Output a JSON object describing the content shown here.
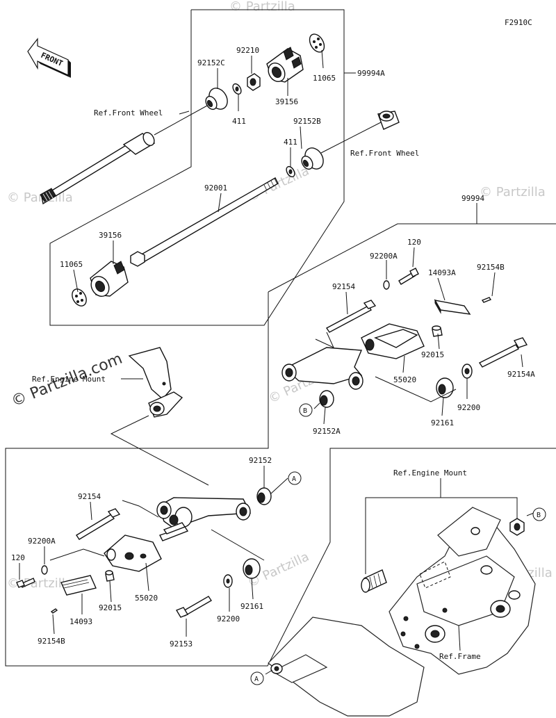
{
  "figure_code": "F2910C",
  "front_label": "FRONT",
  "watermark": "© Partzilla.com",
  "watermark_short": "© Partzilla",
  "groups": {
    "front_slider": "99994A",
    "frame_slider": "99994"
  },
  "refs": {
    "front_wheel": "Ref.Front Wheel",
    "engine_mount": "Ref.Engine Mount",
    "frame": "Ref.Frame"
  },
  "callouts": {
    "a": "A",
    "b": "B"
  },
  "parts": {
    "p92210": "92210",
    "p92152c": "92152C",
    "p11065": "11065",
    "p39156": "39156",
    "p411": "411",
    "p92152b": "92152B",
    "p92001": "92001",
    "p120": "120",
    "p92200a": "92200A",
    "p14093a": "14093A",
    "p92154b": "92154B",
    "p92154": "92154",
    "p92015": "92015",
    "p92154a": "92154A",
    "p55020": "55020",
    "p92200": "92200",
    "p92161": "92161",
    "p92152a": "92152A",
    "p92152": "92152",
    "p14093": "14093",
    "p92153": "92153"
  }
}
